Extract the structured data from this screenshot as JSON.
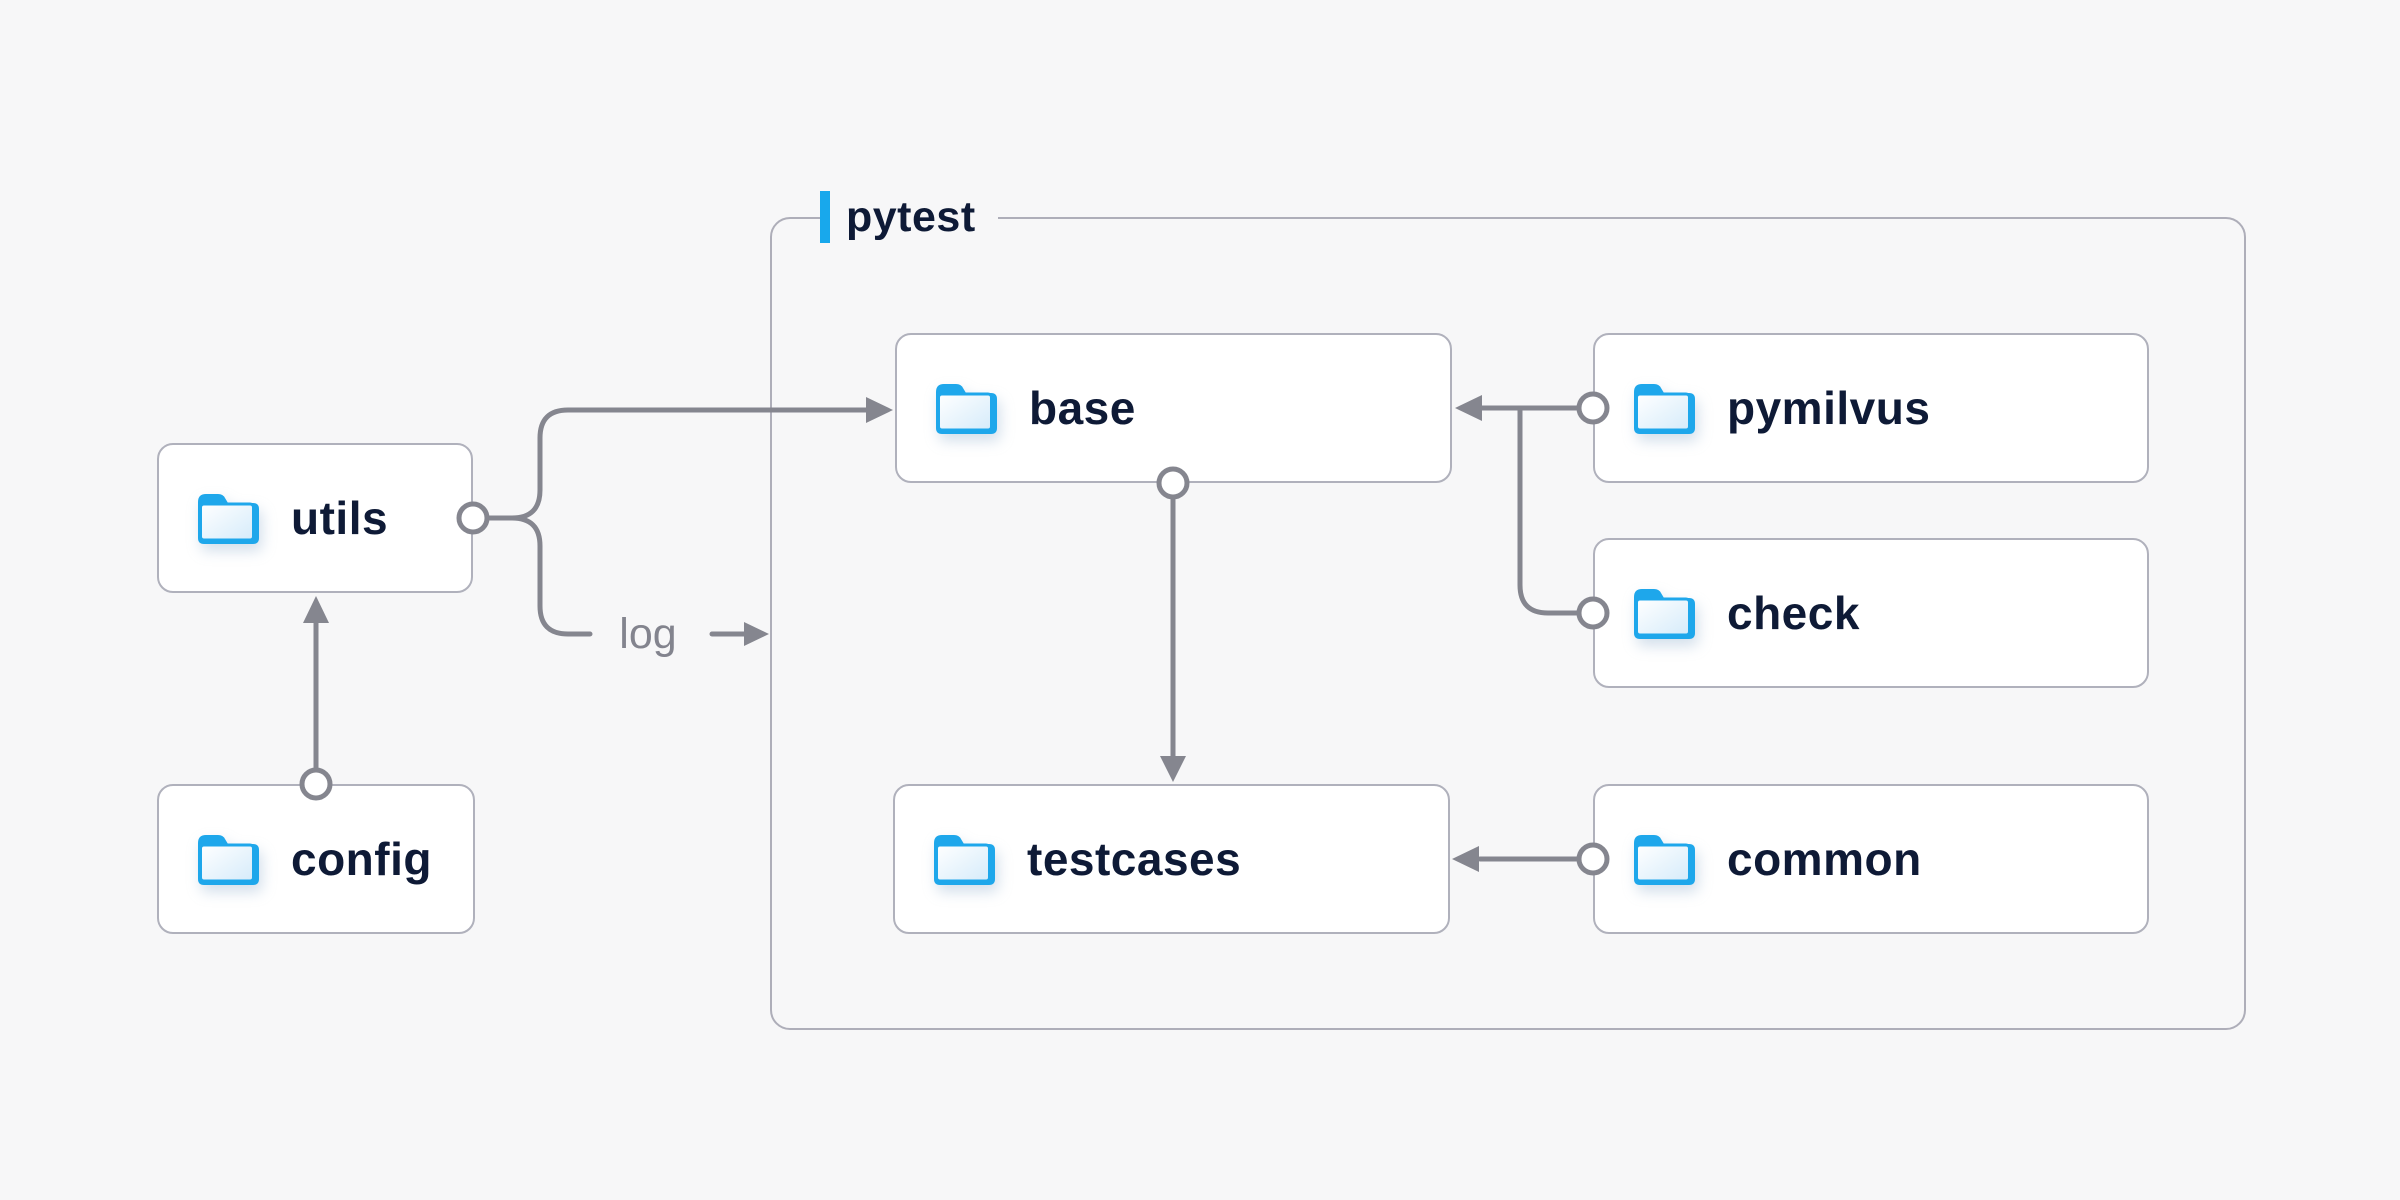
{
  "page": {
    "background": "#f7f7f8"
  },
  "diagram": {
    "container": {
      "label": "pytest",
      "accent_color": "#18a8ec",
      "border_color": "#aeaeb9"
    },
    "nodes": [
      {
        "id": "utils",
        "label": "utils",
        "icon": "folder-icon"
      },
      {
        "id": "config",
        "label": "config",
        "icon": "folder-icon"
      },
      {
        "id": "base",
        "label": "base",
        "icon": "folder-icon"
      },
      {
        "id": "pymilvus",
        "label": "pymilvus",
        "icon": "folder-icon"
      },
      {
        "id": "check",
        "label": "check",
        "icon": "folder-icon"
      },
      {
        "id": "testcases",
        "label": "testcases",
        "icon": "folder-icon"
      },
      {
        "id": "common",
        "label": "common",
        "icon": "folder-icon"
      }
    ],
    "edges": [
      {
        "from": "config",
        "to": "utils",
        "label": ""
      },
      {
        "from": "utils",
        "to": "base",
        "label": ""
      },
      {
        "from": "utils",
        "to": "pytest",
        "label": "log"
      },
      {
        "from": "pymilvus",
        "to": "base",
        "label": ""
      },
      {
        "from": "check",
        "to": "base",
        "label": ""
      },
      {
        "from": "base",
        "to": "testcases",
        "label": ""
      },
      {
        "from": "common",
        "to": "testcases",
        "label": ""
      }
    ],
    "colors": {
      "node_text": "#0e1a36",
      "connector": "#85868f",
      "folder_blue": "#1ea7eb",
      "node_border": "#b0b1bc",
      "node_background": "#ffffff"
    }
  }
}
